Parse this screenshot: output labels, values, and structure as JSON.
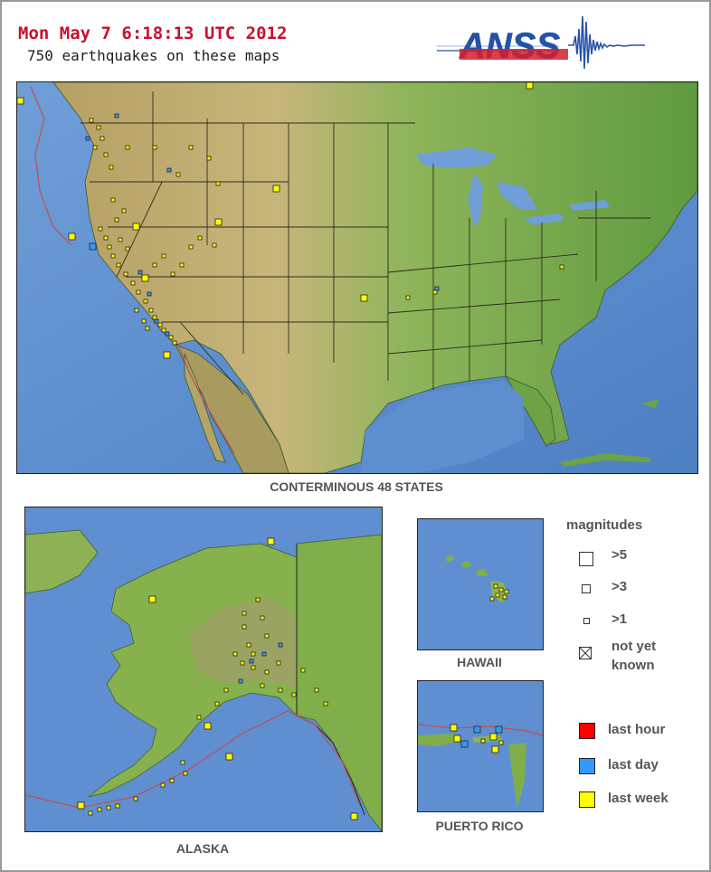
{
  "header": {
    "datetime": "Mon May 7 6:18:13 UTC 2012",
    "count_text": "750 earthquakes on these maps",
    "logo_text": "ANSS"
  },
  "maps": {
    "conus_label": "CONTERMINOUS 48 STATES",
    "alaska_label": "ALASKA",
    "hawaii_label": "HAWAII",
    "puerto_rico_label": "PUERTO RICO"
  },
  "legend": {
    "magnitudes_title": "magnitudes",
    "mag5": ">5",
    "mag3": ">3",
    "mag1": ">1",
    "unknown_line1": "not yet",
    "unknown_line2": "known",
    "last_hour": "last hour",
    "last_day": "last day",
    "last_week": "last week"
  },
  "colors": {
    "last_hour": "#ff0000",
    "last_day": "#3399ff",
    "last_week": "#ffff00",
    "title_red": "#c8102e",
    "logo_blue": "#2452a8",
    "ocean": "#5f8fd0",
    "land": "#7fae4a",
    "plate_boundary": "#c0504d"
  },
  "icons": {
    "logo": "seismogram-icon",
    "unknown": "crossed-box-icon"
  }
}
